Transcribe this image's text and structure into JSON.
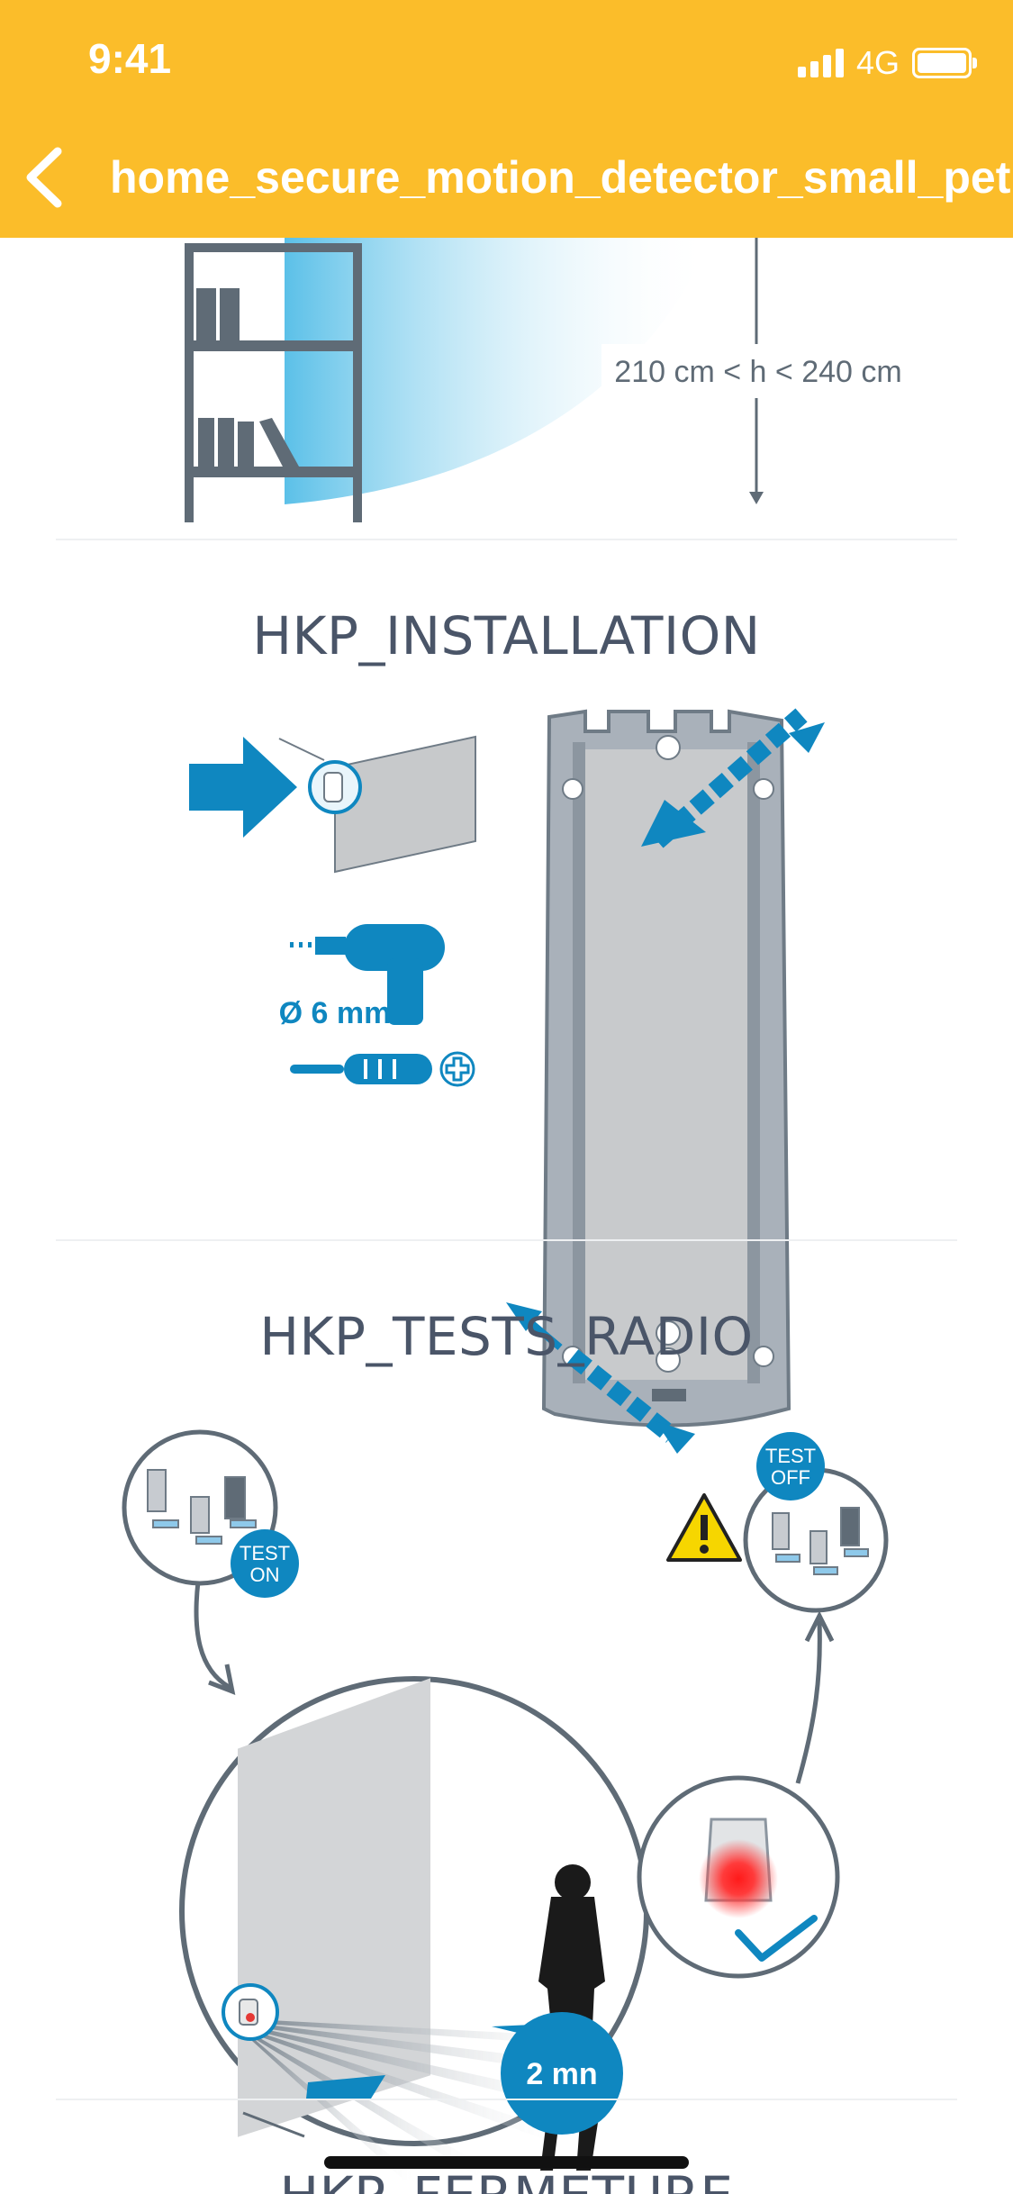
{
  "status_bar": {
    "time": "9:41",
    "network": "4G"
  },
  "header": {
    "title": "home_secure_motion_detector_small_pet",
    "back_icon": "chevron-left-icon"
  },
  "sections": {
    "height": {
      "label": "210 cm < h < 240 cm"
    },
    "installation": {
      "title": "HKP_INSTALLATION",
      "drill_label": "Ø 6 mm"
    },
    "tests_radio": {
      "title": "HKP_TESTS_RADIO",
      "test_on_line1": "TEST",
      "test_on_line2": "ON",
      "test_off_line1": "TEST",
      "test_off_line2": "OFF",
      "duration": "2 mn"
    },
    "fermeture": {
      "title": "HKP_FERMETURE"
    }
  },
  "colors": {
    "header": "#fbbd2a",
    "accent": "#0f87c0",
    "text": "#4a5568"
  }
}
